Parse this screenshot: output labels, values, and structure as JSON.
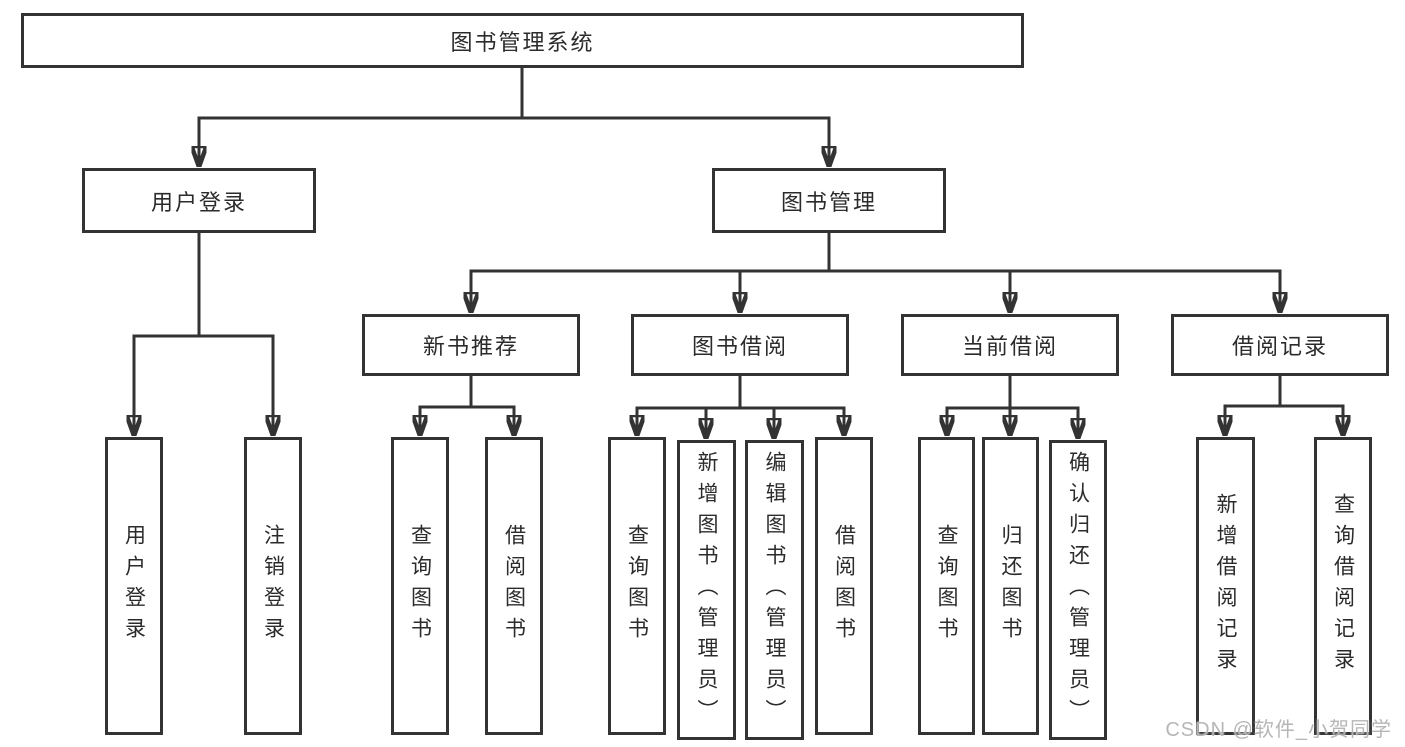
{
  "diagram": {
    "root": {
      "label": "图书管理系统"
    },
    "branches": [
      {
        "label": "用户登录",
        "children": [
          {
            "label": "用户登录"
          },
          {
            "label": "注销登录"
          }
        ]
      },
      {
        "label": "图书管理",
        "children": [
          {
            "label": "新书推荐",
            "children": [
              {
                "label": "查询图书"
              },
              {
                "label": "借阅图书"
              }
            ]
          },
          {
            "label": "图书借阅",
            "children": [
              {
                "label": "查询图书"
              },
              {
                "label": "新增图书（管理员）"
              },
              {
                "label": "编辑图书（管理员）"
              },
              {
                "label": "借阅图书"
              }
            ]
          },
          {
            "label": "当前借阅",
            "children": [
              {
                "label": "查询图书"
              },
              {
                "label": "归还图书"
              },
              {
                "label": "确认归还（管理员）"
              }
            ]
          },
          {
            "label": "借阅记录",
            "children": [
              {
                "label": "新增借阅记录"
              },
              {
                "label": "查询借阅记录"
              }
            ]
          }
        ]
      }
    ]
  },
  "watermark": {
    "text": "CSDN @软件_小贺同学"
  },
  "colors": {
    "line": "#333333",
    "box_border": "#333333",
    "text": "#2b2b2b",
    "watermark": "#b2b2b2",
    "background": "#ffffff"
  }
}
